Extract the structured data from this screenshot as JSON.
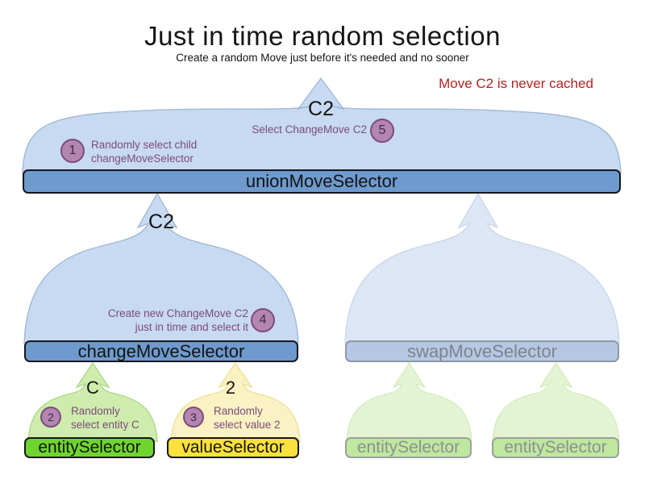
{
  "title": "Just in time random selection",
  "subtitle": "Create a random Move just before it's needed and no sooner",
  "annotation": "Move C2 is never cached",
  "selectors": {
    "union": {
      "label": "unionMoveSelector"
    },
    "change": {
      "label": "changeMoveSelector"
    },
    "swap": {
      "label": "swapMoveSelector"
    },
    "entity": {
      "label": "entitySelector"
    },
    "value": {
      "label": "valueSelector"
    },
    "entity_faded_1": {
      "label": "entitySelector"
    },
    "entity_faded_2": {
      "label": "entitySelector"
    }
  },
  "outputs": {
    "union": "C2",
    "change": "C2",
    "entity": "C",
    "value": "2"
  },
  "steps": [
    {
      "num": "1",
      "line1": "Randomly select child",
      "line2": "changeMoveSelector"
    },
    {
      "num": "2",
      "line1": "Randomly",
      "line2": "select entity C"
    },
    {
      "num": "3",
      "line1": "Randomly",
      "line2": "select value 2"
    },
    {
      "num": "4",
      "line1": "Create new ChangeMove C2",
      "line2": "just in time and select it"
    },
    {
      "num": "5",
      "line1": "Select ChangeMove C2"
    }
  ],
  "colors": {
    "mound_blue": "#C7DAF1",
    "mound_blue_border": "#A2B9D8",
    "mound_blue_faded": "#DDE6F4",
    "mound_blue_faded_border": "#CBD8EB",
    "bar_blue": "#6E9ACD",
    "bar_border_dark": "#16161E",
    "bar_swap": "#B5C7E2",
    "bar_swap_border": "#8F98A6",
    "faded_text": "#7E838B",
    "mound_green": "#CEEDAD",
    "mound_green_border": "#ACD88A",
    "bar_green": "#6FD52E",
    "mound_yellow": "#FAF2C2",
    "mound_yellow_border": "#EDE098",
    "bar_yellow": "#FBE13B",
    "mound_green_faded": "#E3F3D3",
    "mound_green_faded_border": "#D6ECC2",
    "bar_green_faded": "#BFE79D",
    "bar_green_faded_border": "#9AA0A0",
    "faded_green_text": "#8C9196",
    "circle_fill": "#B286B0",
    "circle_border": "#7C4A7C",
    "circle_text": "#41284B",
    "purple_text": "#7C4A7C",
    "red_text": "#B42222"
  }
}
